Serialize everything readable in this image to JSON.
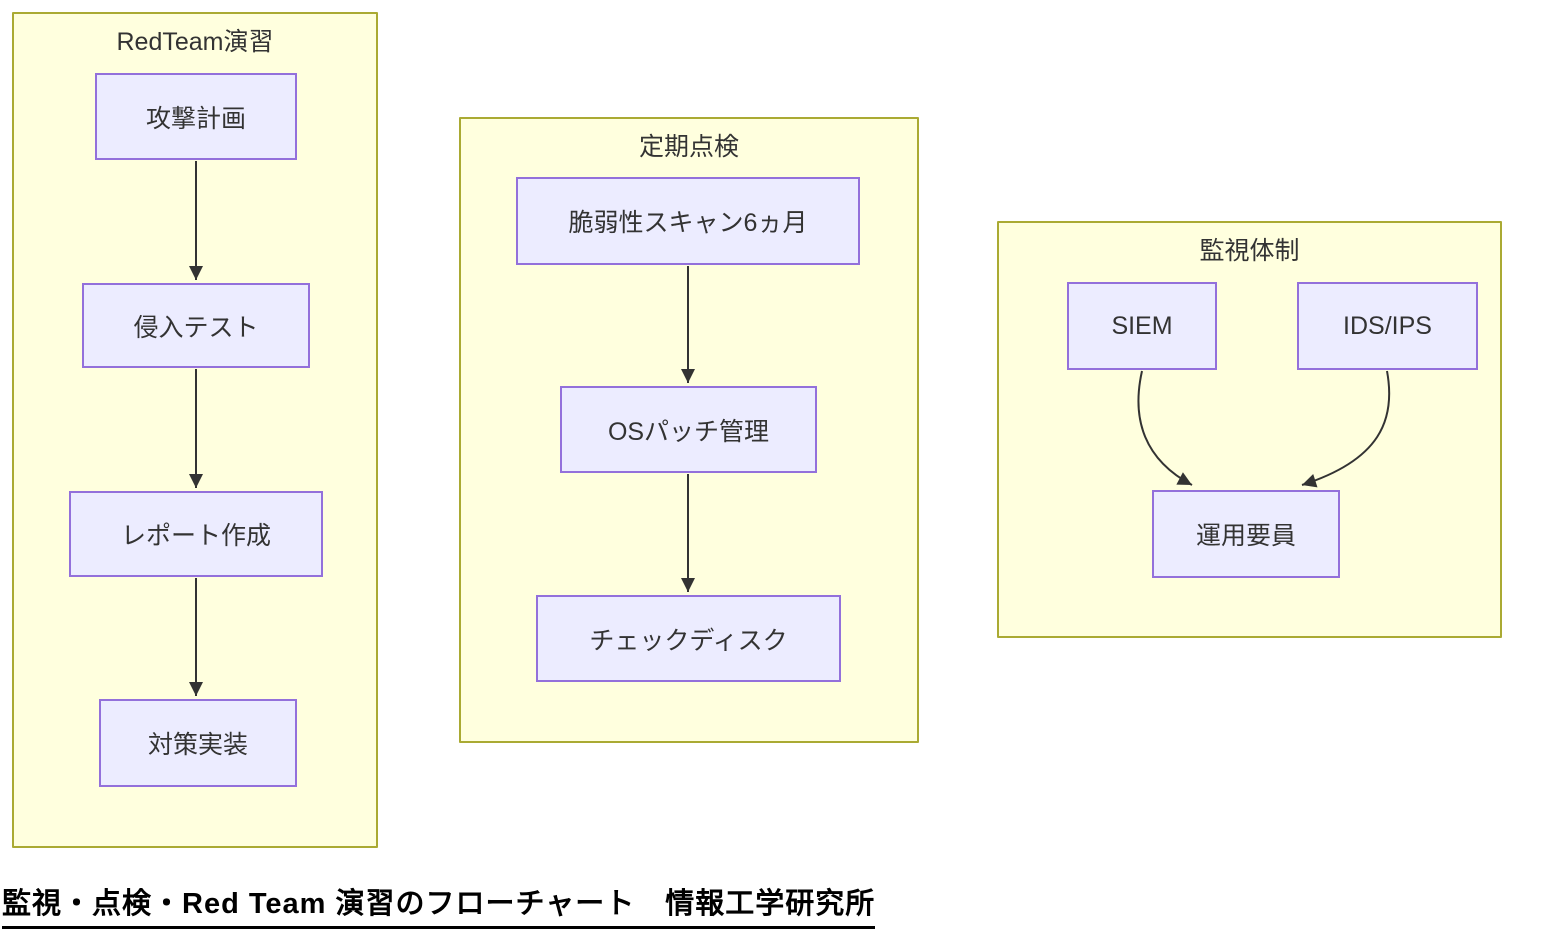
{
  "diagram": {
    "groups": [
      {
        "title": "RedTeam演習",
        "nodes": [
          {
            "label": "攻撃計画"
          },
          {
            "label": "侵入テスト"
          },
          {
            "label": "レポート作成"
          },
          {
            "label": "対策実装"
          }
        ],
        "edges": [
          "攻撃計画 → 侵入テスト",
          "侵入テスト → レポート作成",
          "レポート作成 → 対策実装"
        ]
      },
      {
        "title": "定期点検",
        "nodes": [
          {
            "label": "脆弱性スキャン6ヵ月"
          },
          {
            "label": "OSパッチ管理"
          },
          {
            "label": "チェックディスク"
          }
        ],
        "edges": [
          "脆弱性スキャン6ヵ月 → OSパッチ管理",
          "OSパッチ管理 → チェックディスク"
        ]
      },
      {
        "title": "監視体制",
        "nodes": [
          {
            "label": "SIEM"
          },
          {
            "label": "IDS/IPS"
          },
          {
            "label": "運用要員"
          }
        ],
        "edges": [
          "SIEM → 運用要員",
          "IDS/IPS → 運用要員"
        ]
      }
    ],
    "caption": "監視・点検・Red Team 演習のフローチャート　情報工学研究所",
    "colors": {
      "cluster_fill": "#ffffde",
      "cluster_border": "#aaaa33",
      "node_fill": "#ececff",
      "node_border": "#9370db",
      "edge": "#333333",
      "text": "#333333",
      "caption_text": "#000000"
    }
  }
}
